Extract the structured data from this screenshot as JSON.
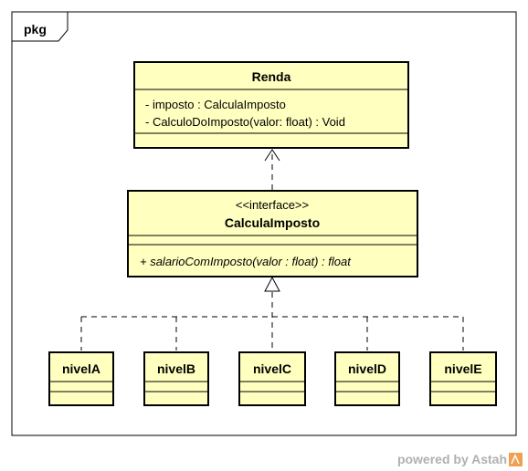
{
  "package": {
    "label": "pkg"
  },
  "classes": {
    "renda": {
      "name": "Renda",
      "attributes": [
        "- imposto : CalculaImposto"
      ],
      "operations": [
        "- CalculoDoImposto(valor: float) : Void"
      ]
    },
    "calcula": {
      "stereotype": "<<interface>>",
      "name": "CalculaImposto",
      "operations": [
        "+ salarioComImposto(valor : float) : float"
      ]
    },
    "levels": [
      {
        "name": "nivelA"
      },
      {
        "name": "nivelB"
      },
      {
        "name": "nivelC"
      },
      {
        "name": "nivelD"
      },
      {
        "name": "nivelE"
      }
    ]
  },
  "watermark": {
    "text": "powered by Astah",
    "colors": {
      "text": "#b0b0b0",
      "logo": "#f0a050"
    }
  },
  "colors": {
    "class_fill": "#ffffc0",
    "stroke": "#000000",
    "package_fill": "#ffffff"
  }
}
